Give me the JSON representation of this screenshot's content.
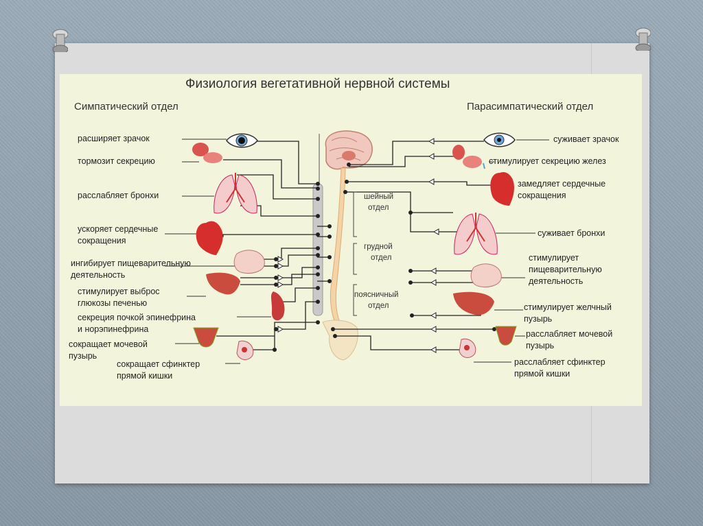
{
  "title": "Физиология вегетативной нервной системы",
  "sympathetic_header": "Симпатический отдел",
  "parasympathetic_header": "Парасимпатический отдел",
  "regions": {
    "cervical": [
      "шейный",
      "отдел"
    ],
    "thoracic": [
      "грудной",
      "отдел"
    ],
    "lumbar": [
      "поясничный",
      "отдел"
    ]
  },
  "sympathetic_effects": [
    [
      "расширяет зрачок"
    ],
    [
      "тормозит секрецию"
    ],
    [
      "расслабляет бронхи"
    ],
    [
      "ускоряет сердечные",
      "сокращения"
    ],
    [
      "ингибирует пищеварительную",
      "деятельность"
    ],
    [
      "стимулирует выброс",
      "глюкозы печенью"
    ],
    [
      "секреция почкой эпинефрина",
      "и норэпинефрина"
    ],
    [
      "сокращает мочевой",
      "пузырь"
    ],
    [
      "сокращает сфинктер",
      "прямой кишки"
    ]
  ],
  "parasympathetic_effects": [
    [
      "суживает зрачок"
    ],
    [
      "стимулирует секрецию желез"
    ],
    [
      "замедляет сердечные",
      "сокращения"
    ],
    [
      "суживает бронхи"
    ],
    [
      "стимулирует",
      "пищеварительную",
      "деятельность"
    ],
    [
      "стимулирует желчный",
      "пузырь"
    ],
    [
      "расслабляет мочевой",
      "пузырь"
    ],
    [
      "расслабляет сфинктер",
      "прямой кишки"
    ]
  ],
  "colors": {
    "panel": "#f2f4dc",
    "organ": "#d9534f",
    "line": "#222222",
    "spine": "#f0c8a0"
  }
}
